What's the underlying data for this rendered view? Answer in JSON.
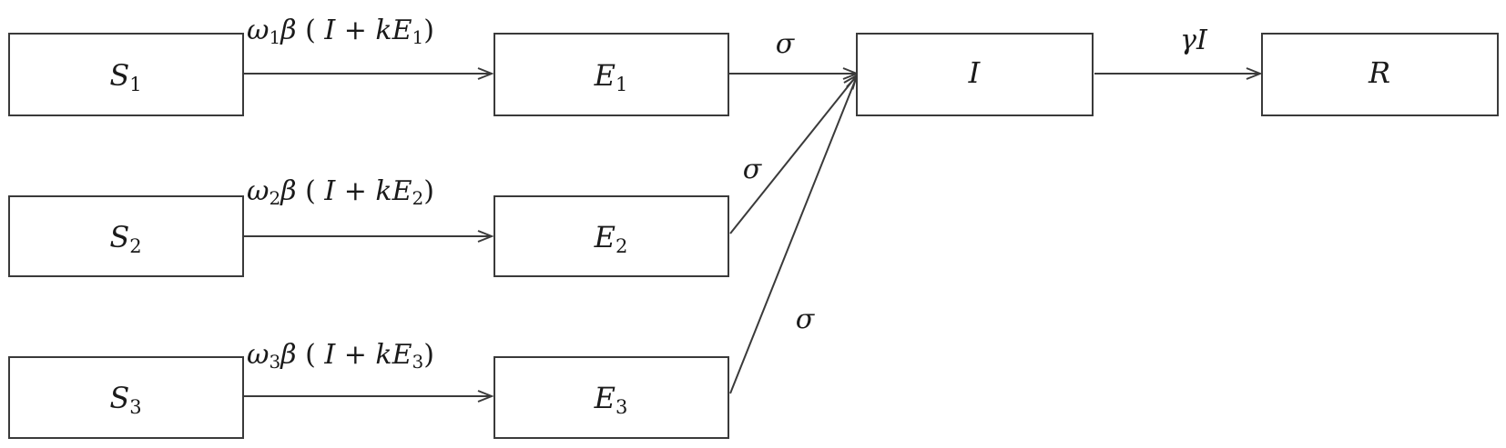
{
  "nodes": {
    "s1": {
      "base": "S",
      "sub": "1"
    },
    "s2": {
      "base": "S",
      "sub": "2"
    },
    "s3": {
      "base": "S",
      "sub": "3"
    },
    "e1": {
      "base": "E",
      "sub": "1"
    },
    "e2": {
      "base": "E",
      "sub": "2"
    },
    "e3": {
      "base": "E",
      "sub": "3"
    },
    "i": {
      "base": "I",
      "sub": ""
    },
    "r": {
      "base": "R",
      "sub": ""
    }
  },
  "edges": {
    "s1_e1": {
      "omega": "ω",
      "omega_sub": "1",
      "beta": "β",
      "open": " ( ",
      "infected": "I",
      "plus": " + ",
      "k": "k",
      "e": "E",
      "e_sub": "1",
      "close": ")"
    },
    "s2_e2": {
      "omega": "ω",
      "omega_sub": "2",
      "beta": "β",
      "open": " ( ",
      "infected": "I",
      "plus": " + ",
      "k": "k",
      "e": "E",
      "e_sub": "2",
      "close": ")"
    },
    "s3_e3": {
      "omega": "ω",
      "omega_sub": "3",
      "beta": "β",
      "open": " ( ",
      "infected": "I",
      "plus": " + ",
      "k": "k",
      "e": "E",
      "e_sub": "3",
      "close": ")"
    },
    "e1_i": "σ",
    "e2_i": "σ",
    "e3_i": "σ",
    "i_r": "γI"
  }
}
